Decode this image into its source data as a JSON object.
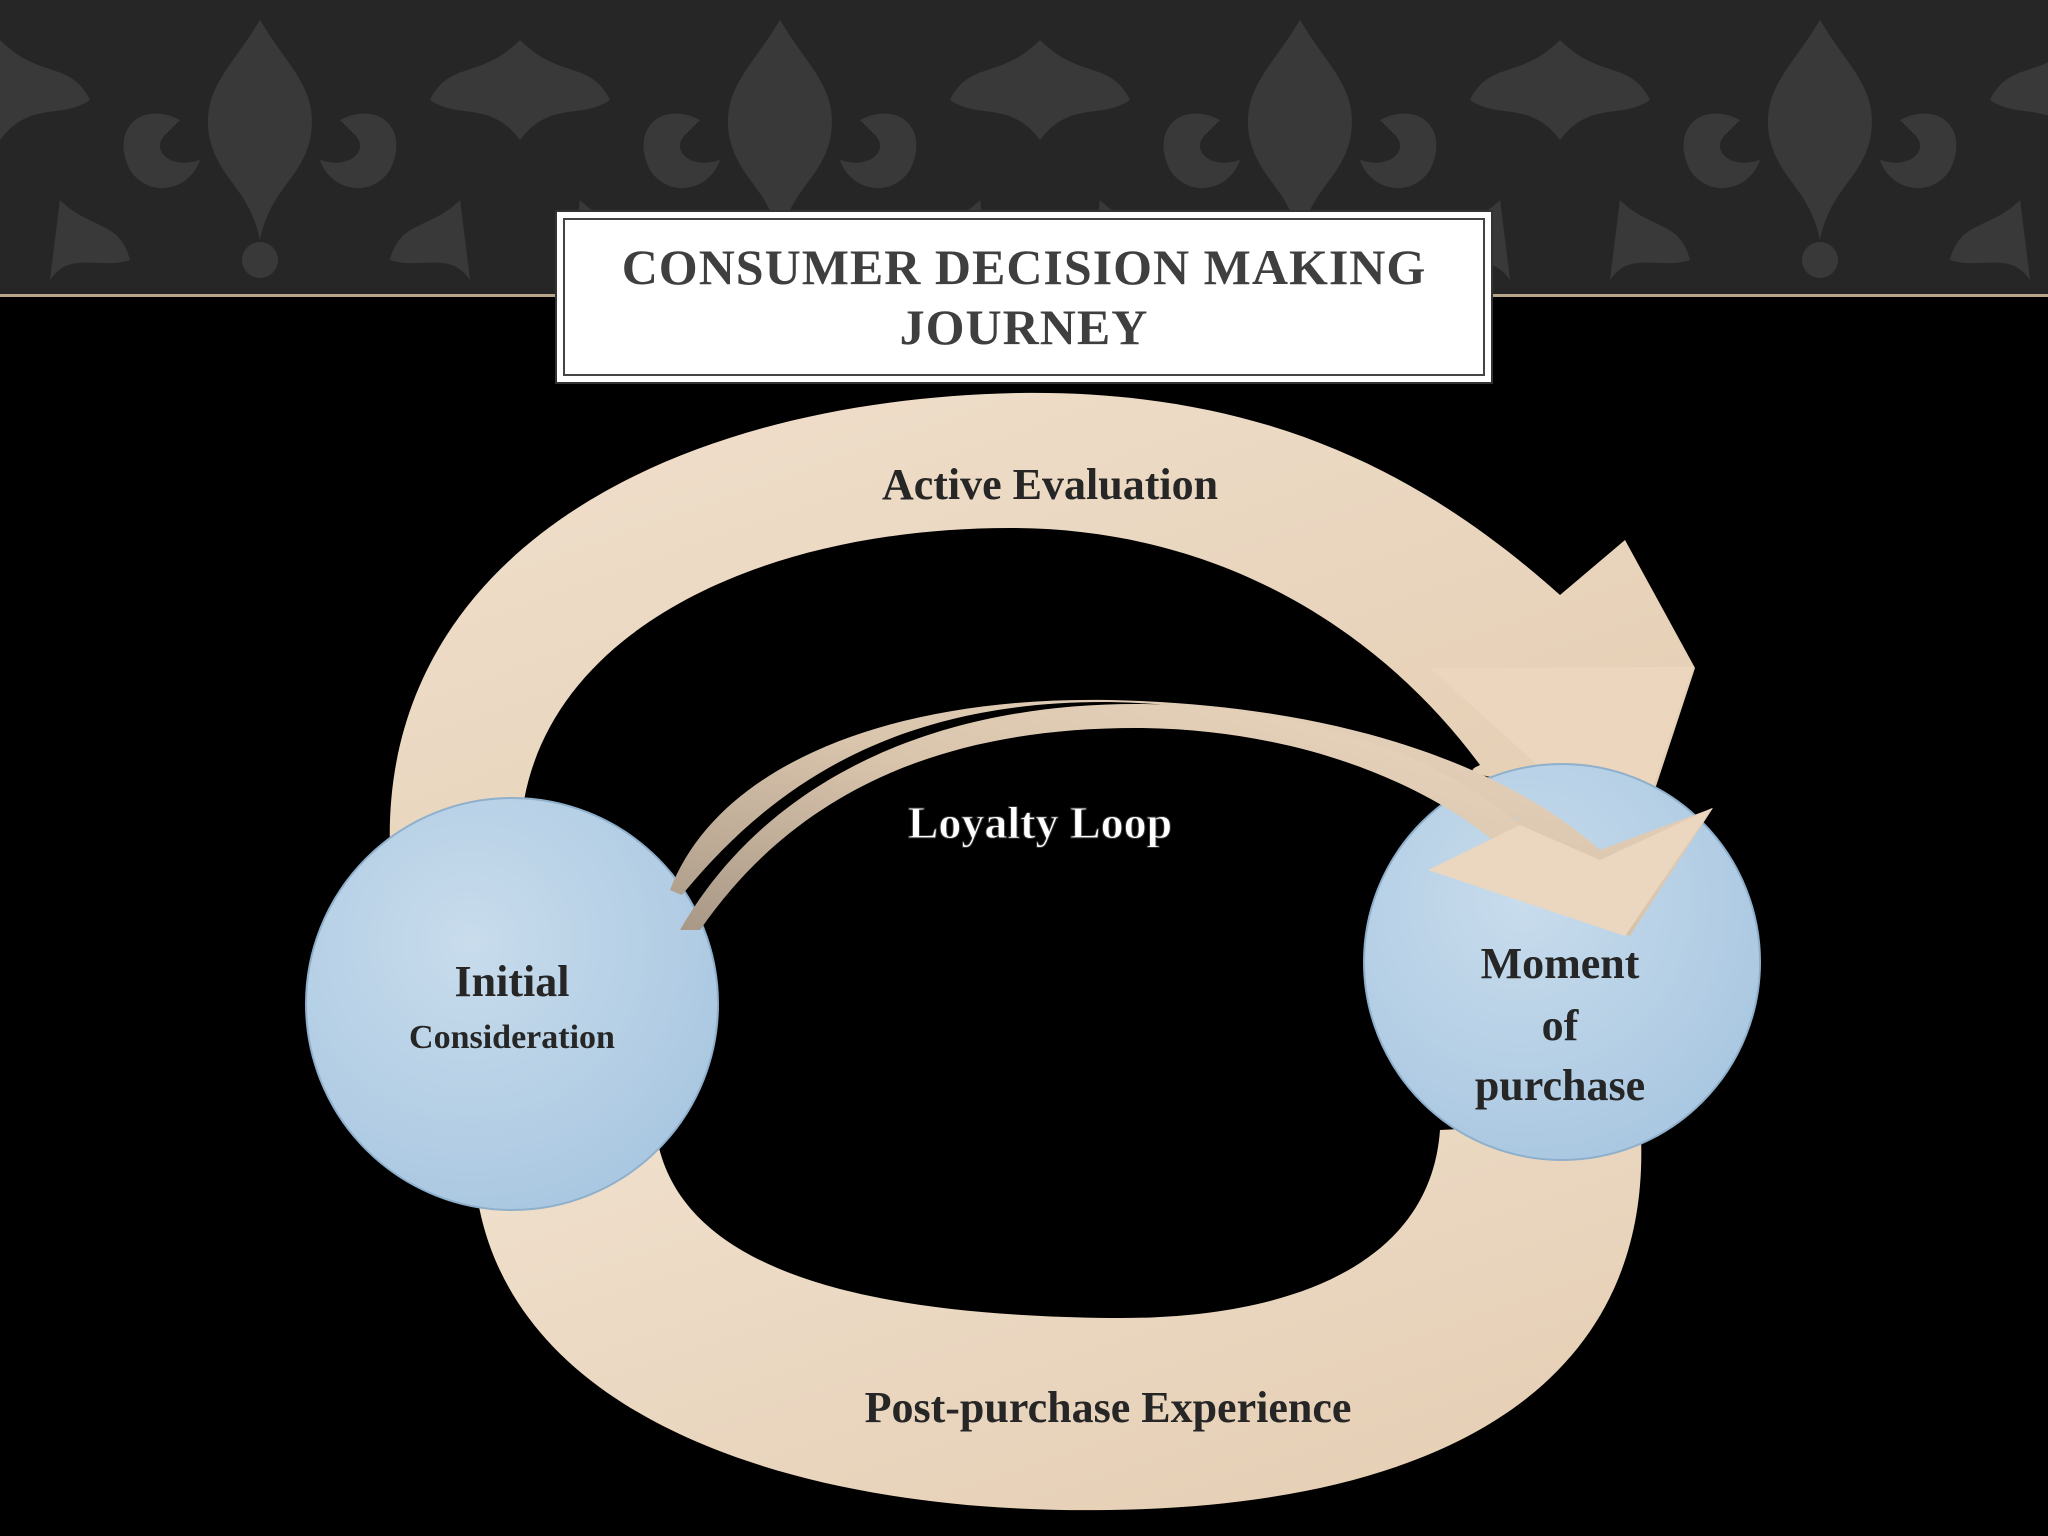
{
  "slide": {
    "title": "CONSUMER DECISION MAKING JOURNEY"
  },
  "diagram": {
    "stages": {
      "initial_line1": "Initial",
      "initial_line2": "Consideration",
      "moment_line1": "Moment",
      "moment_line2": "of",
      "moment_line3": "purchase"
    },
    "arrows": {
      "active_evaluation": "Active Evaluation",
      "post_purchase": "Post-purchase Experience",
      "loyalty_loop": "Loyalty Loop"
    }
  },
  "colors": {
    "background": "#000000",
    "header_band": "#2a2a2a",
    "arrow_fill": "#ecd8c2",
    "circle_fill": "#b5d0e6",
    "label_text": "#262626",
    "loop_text": "#ffffff"
  }
}
